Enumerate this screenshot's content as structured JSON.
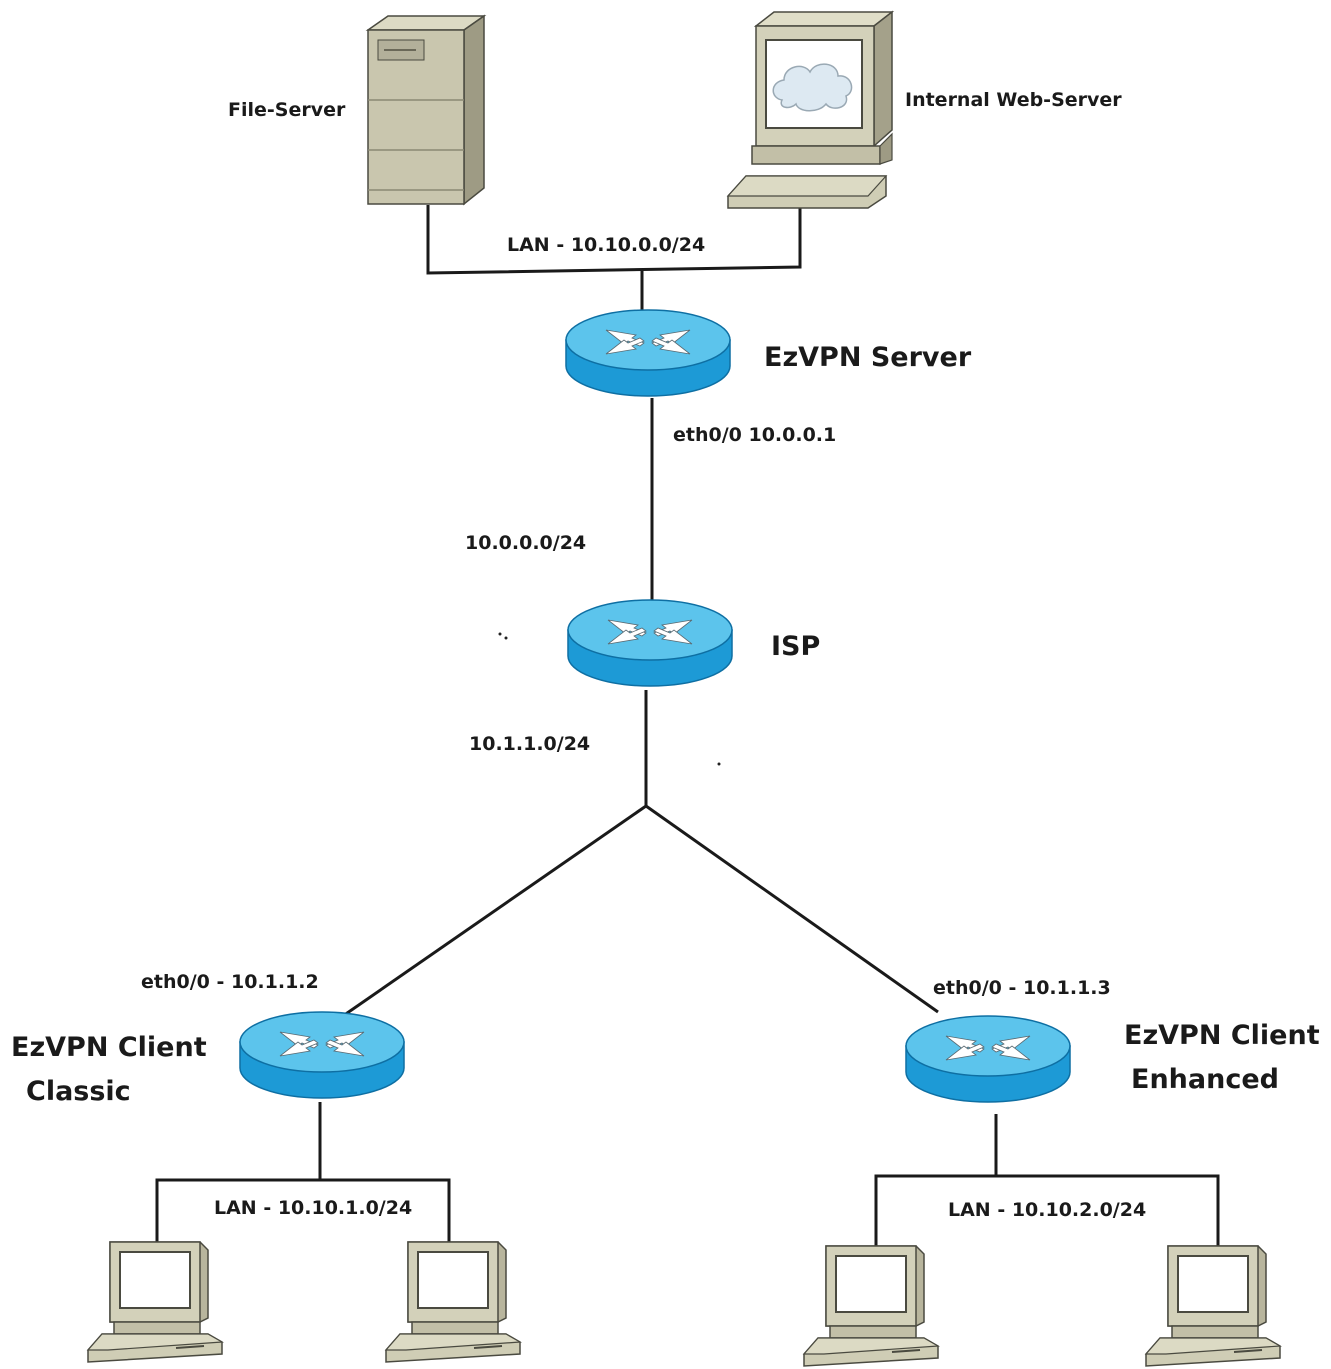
{
  "labels": {
    "file_server": "File-Server",
    "web_server": "Internal Web-Server",
    "lan_server": "LAN - 10.10.0.0/24",
    "ezvpn_server": "EzVPN Server",
    "server_eth": "eth0/0 10.0.0.1",
    "net_server_isp": "10.0.0.0/24",
    "isp": "ISP",
    "net_isp_clients": "10.1.1.0/24",
    "classic_eth": "eth0/0 - 10.1.1.2",
    "enhanced_eth": "eth0/0 - 10.1.1.3",
    "classic_line1": "EzVPN Client",
    "classic_line2": "Classic",
    "enhanced_line1": "EzVPN Client",
    "enhanced_line2": "Enhanced",
    "lan_classic": "LAN - 10.10.1.0/24",
    "lan_enhanced": "LAN - 10.10.2.0/24"
  },
  "colors": {
    "router_top": "#5cc4ec",
    "router_side": "#1d9ad6",
    "server_body": "#c9c6ae",
    "pc_body": "#cfcdb5",
    "cloud": "#dde9f2"
  },
  "icons": {
    "router": "router-icon",
    "server": "server-icon",
    "workstation": "workstation-icon",
    "pc": "pc-icon"
  }
}
